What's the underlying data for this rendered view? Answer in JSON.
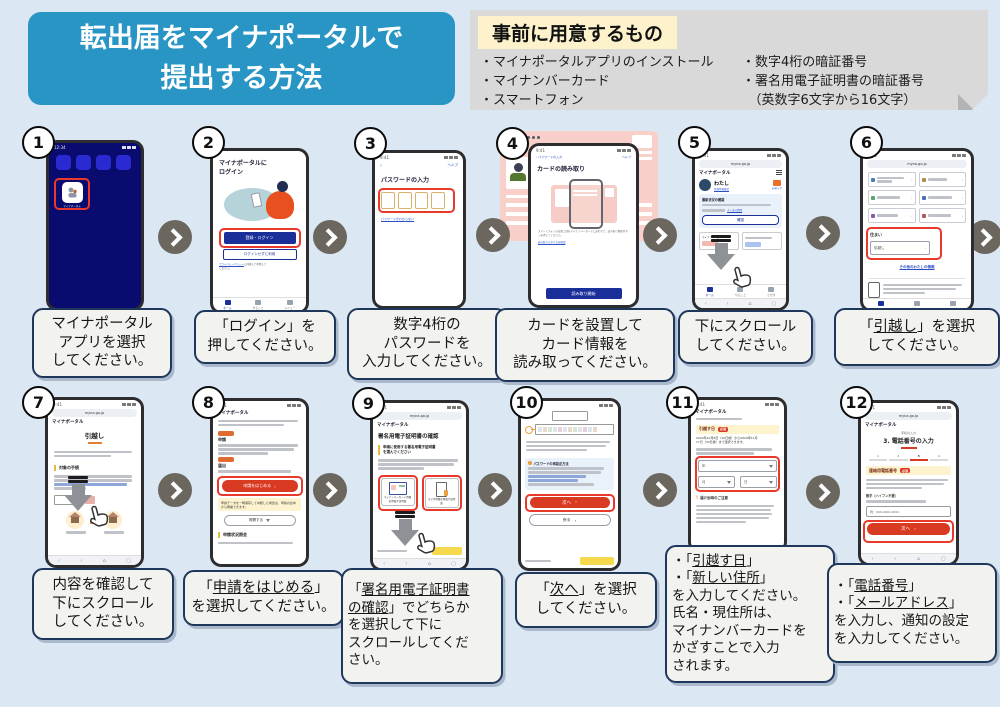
{
  "colors": {
    "accent_blue": "#2995c5",
    "highlight_red": "#e8392b",
    "button_blue": "#1b2f9a",
    "button_red": "#d93a22",
    "link_blue": "#2b50c8",
    "note_yellow": "#fdf3cf",
    "page_bg": "#dbe7f3",
    "panel_gray": "#d9d9d9",
    "head_yellow": "#fdf2cb"
  },
  "title": {
    "line1": "転出届をマイナポータルで",
    "line2": "提出する方法"
  },
  "prep": {
    "heading": "事前に用意するもの",
    "items_left": [
      "・マイナポータルアプリのインストール",
      "・マイナンバーカード",
      "・スマートフォン"
    ],
    "items_right": [
      "・数字4桁の暗証番号",
      "・署名用電子証明書の暗証番号",
      "　（英数字6文字から16文字）"
    ]
  },
  "steps": [
    {
      "num": "1",
      "caption": [
        "マイナポータル",
        "アプリを選択",
        "してください。"
      ]
    },
    {
      "num": "2",
      "caption": [
        "「ログイン」を",
        "押してください。"
      ]
    },
    {
      "num": "3",
      "caption": [
        "数字4桁の",
        "パスワードを",
        "入力してください。"
      ]
    },
    {
      "num": "4",
      "caption": [
        "カードを設置して",
        "カード情報を",
        "読み取ってください。"
      ]
    },
    {
      "num": "5",
      "caption": [
        "下にスクロール",
        "してください。"
      ]
    },
    {
      "num": "6",
      "caption": [
        [
          {
            "t": "「"
          },
          {
            "t": "引越し",
            "u": true
          },
          {
            "t": "」を選択"
          }
        ],
        "してください。"
      ]
    },
    {
      "num": "7",
      "caption": [
        "内容を確認して",
        "下にスクロール",
        "してください。"
      ]
    },
    {
      "num": "8",
      "caption": [
        [
          {
            "t": "「"
          },
          {
            "t": "申請をはじめる",
            "u": true
          },
          {
            "t": "」"
          }
        ],
        "を選択してください。"
      ]
    },
    {
      "num": "9",
      "caption": [
        [
          {
            "t": "「"
          },
          {
            "t": "署名用電子証明書",
            "u": true
          }
        ],
        [
          {
            "t": "の確認",
            "u": true
          },
          {
            "t": "」でどちらか"
          }
        ],
        "を選択して下に",
        "スクロールしてくだ",
        "さい。"
      ]
    },
    {
      "num": "10",
      "caption": [
        [
          {
            "t": "「"
          },
          {
            "t": "次へ",
            "u": true
          },
          {
            "t": "」を選択"
          }
        ],
        "してください。"
      ]
    },
    {
      "num": "11",
      "caption": [
        [
          {
            "t": "・「"
          },
          {
            "t": "引越す日",
            "u": true
          },
          {
            "t": "」"
          }
        ],
        [
          {
            "t": "・「"
          },
          {
            "t": "新しい住所",
            "u": true
          },
          {
            "t": "」"
          }
        ],
        "を入力してください。",
        "氏名・現住所は、",
        "マイナンバーカードを",
        "かざすことで入力",
        "されます。"
      ]
    },
    {
      "num": "12",
      "caption": [
        [
          {
            "t": "・「"
          },
          {
            "t": "電話番号",
            "u": true
          },
          {
            "t": "」"
          }
        ],
        [
          {
            "t": "・「"
          },
          {
            "t": "メールアドレス",
            "u": true
          },
          {
            "t": "」"
          }
        ],
        "を入力し、通知の設定",
        "を入力してください。"
      ]
    }
  ],
  "phones": {
    "p1": {
      "status_time": "12:34",
      "app_label": "マイナポータル"
    },
    "p2": {
      "title_l1": "マイナポータルに",
      "title_l2": "ログイン",
      "login_btn": "登録・ログイン",
      "alt_btn": "ログインせずに利用",
      "tos_link": "プライバシーポリシー",
      "tos_rest": "に同意して利用して",
      "tos_rest2": "ください。",
      "nav": [
        "ホーム",
        "やること",
        "メニュー"
      ]
    },
    "p3": {
      "help": "ヘルプ",
      "title": "パスワードの入力",
      "forgot_link": "パスワードがわからない"
    },
    "p4": {
      "back_label": "パスワードの入力",
      "help": "ヘルプ",
      "title": "カードの読み取り",
      "body": "スマートフォンの背面上部をマイナンバーカードにあわせて、読み取り開始ボタンを押してください。",
      "how_link": "読み取りのやり方を確認",
      "start_btn": "読み取り開始"
    },
    "p5": {
      "url": "myna.go.jp",
      "brand": "マイナポータル",
      "user_name": "わたし",
      "user_link": "登録情報確認",
      "notice_title": "最新状況の確認",
      "faq_link": "よくある質問",
      "confirm_btn": "確認",
      "card1": "マイナンバーカード",
      "nav": [
        "ホーム",
        "やること",
        "さがす"
      ]
    },
    "p6": {
      "url": "myna.go.jp",
      "section_label": "住まい",
      "moving_btn": "引越し",
      "more_link": "その他のわたしの情報",
      "nav": [
        "ホーム",
        "やること",
        "さがす"
      ]
    },
    "p7": {
      "url": "myna.go.jp",
      "brand": "マイナポータル",
      "title": "引越し",
      "h1": "対象の手続"
    },
    "p8": {
      "brand": "マイナポータル",
      "step1_label": "申請",
      "step2_label": "届出",
      "start_btn": "申請をはじめる",
      "note": "申請データを一時保存して中断した場合は、申請の途中から再開できます。",
      "resume_btn": "再開する",
      "h1": "申請状況照会"
    },
    "p9": {
      "url": "myna.go.jp",
      "brand": "マイナポータル",
      "title": "署名用電子証明書の確認",
      "h1_l1": "申請に使用する署名用電子証明書",
      "h1_l2": "を選んでください",
      "card1": "マイナンバーカード用署名用電子証明書",
      "card2": "スマホ用署名用電子証明書"
    },
    "p10": {
      "reset_title": "パスワードの再設定方法",
      "next_btn": "次へ",
      "back_btn": "戻る"
    },
    "p11": {
      "brand": "マイナポータル",
      "field": "引越す日",
      "req": "必須",
      "date_l1": "2024年10月8日（10日前）から2024年11月",
      "date_l2": "17日（30日後）まで選択できます。",
      "sel_year": "年",
      "sel_month": "月",
      "sel_day": "日",
      "note_h": "届け出時のご注意"
    },
    "p12": {
      "url": "myna.go.jp",
      "brand": "マイナポータル",
      "pre_title": "手続の入力",
      "title": "3. 電話番号の入力",
      "steps": [
        "1",
        "2",
        "3",
        "4"
      ],
      "field": "連絡用電話番号",
      "req": "必須",
      "fmt": "数字（ハイフン不要）",
      "placeholder": "例：090-0001-0002",
      "next_btn": "次へ"
    }
  }
}
